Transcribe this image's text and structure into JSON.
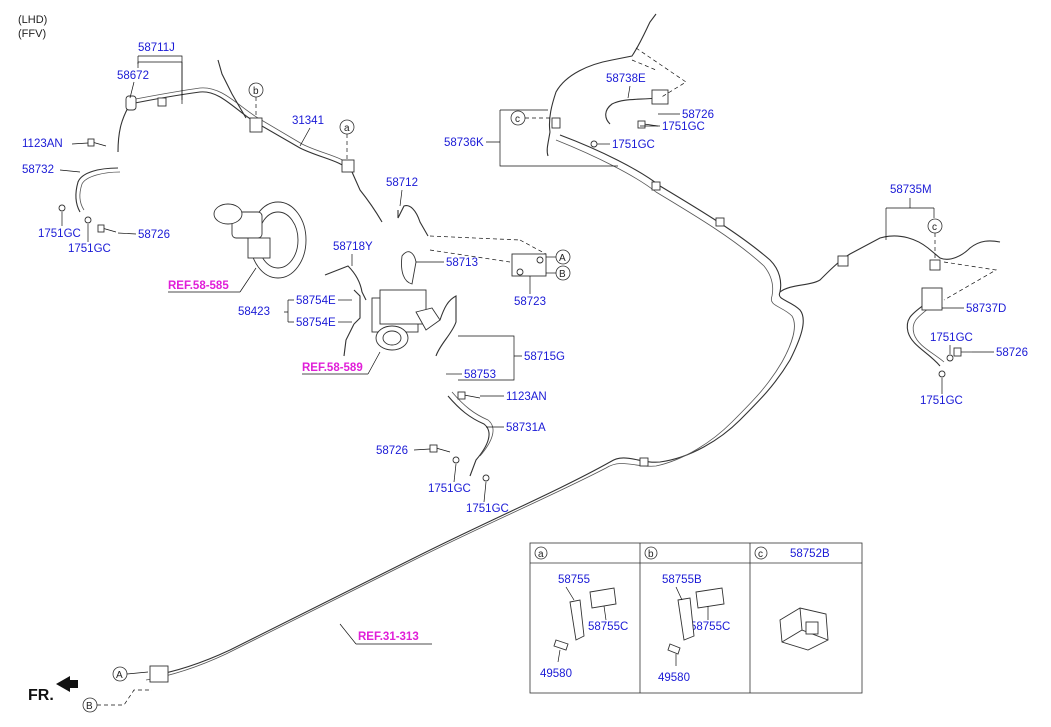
{
  "header": {
    "line1": "(LHD)",
    "line2": "(FFV)"
  },
  "front_marker": "FR.",
  "circle_letters": {
    "a": "a",
    "b": "b",
    "c": "c",
    "A": "A",
    "B": "B"
  },
  "parts": {
    "p58711J": "58711J",
    "p58672": "58672",
    "p1123AN_left": "1123AN",
    "p58732": "58732",
    "p1751GC_l1": "1751GC",
    "p1751GC_l2": "1751GC",
    "p58726_l": "58726",
    "p31341": "31341",
    "p58712": "58712",
    "p58718Y": "58718Y",
    "p58713": "58713",
    "p58723": "58723",
    "p58423": "58423",
    "p58754E_1": "58754E",
    "p58754E_2": "58754E",
    "p58715G": "58715G",
    "p58753": "58753",
    "p1123AN_mid": "1123AN",
    "p58731A": "58731A",
    "p58726_m": "58726",
    "p1751GC_m1": "1751GC",
    "p1751GC_m2": "1751GC",
    "p58738E": "58738E",
    "p58726_t": "58726",
    "p1751GC_t1": "1751GC",
    "p58736K": "58736K",
    "p1751GC_t2": "1751GC",
    "p58735M": "58735M",
    "p58737D": "58737D",
    "p1751GC_r1": "1751GC",
    "p58726_r": "58726",
    "p1751GC_r2": "1751GC"
  },
  "refs": {
    "ref1": "REF.58-585",
    "ref2": "REF.58-589",
    "ref3": "REF.31-313"
  },
  "detail_table": {
    "col_a": {
      "letter": "a",
      "parts": [
        "58755",
        "58755C",
        "49580"
      ]
    },
    "col_b": {
      "letter": "b",
      "parts": [
        "58755B",
        "58755C",
        "49580"
      ]
    },
    "col_c": {
      "letter": "c",
      "title": "58752B"
    }
  }
}
